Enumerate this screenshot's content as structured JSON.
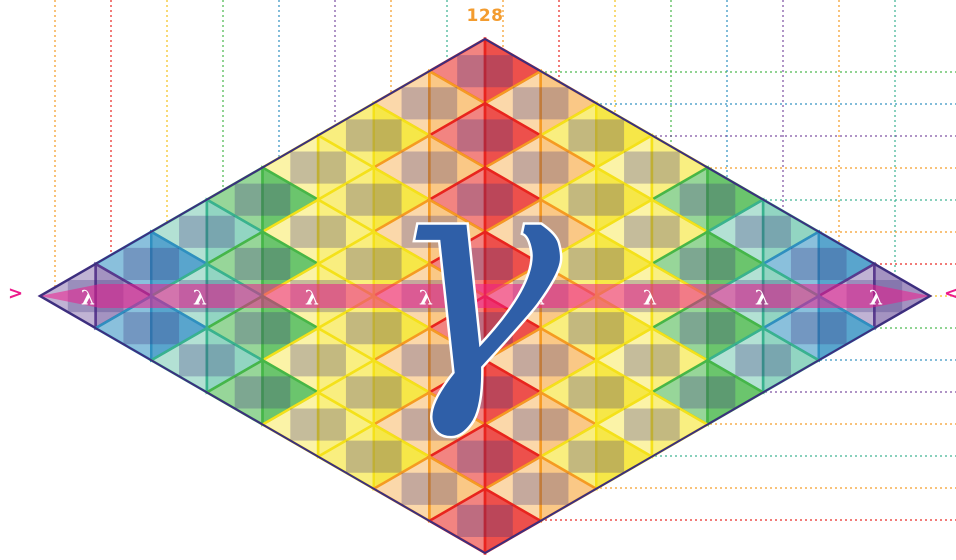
{
  "diagram": {
    "top_number": "128",
    "left_arrow": ">",
    "right_arrow": "<",
    "lambda_symbol": "λ",
    "gamma_symbol": "γ",
    "lambda_count": 8
  },
  "colors": {
    "background": "#ffffff",
    "top_number": "#f39c2f",
    "gamma_fill": "#2f5fa8",
    "axis_band": "#ec1b8c",
    "ring_colors": [
      "#e8241f",
      "#f59a23",
      "#f4e11a",
      "#f4e11a",
      "#46b649",
      "#39b28f",
      "#2f8fc0",
      "#5a3a8e",
      "#3b2f7e"
    ]
  }
}
